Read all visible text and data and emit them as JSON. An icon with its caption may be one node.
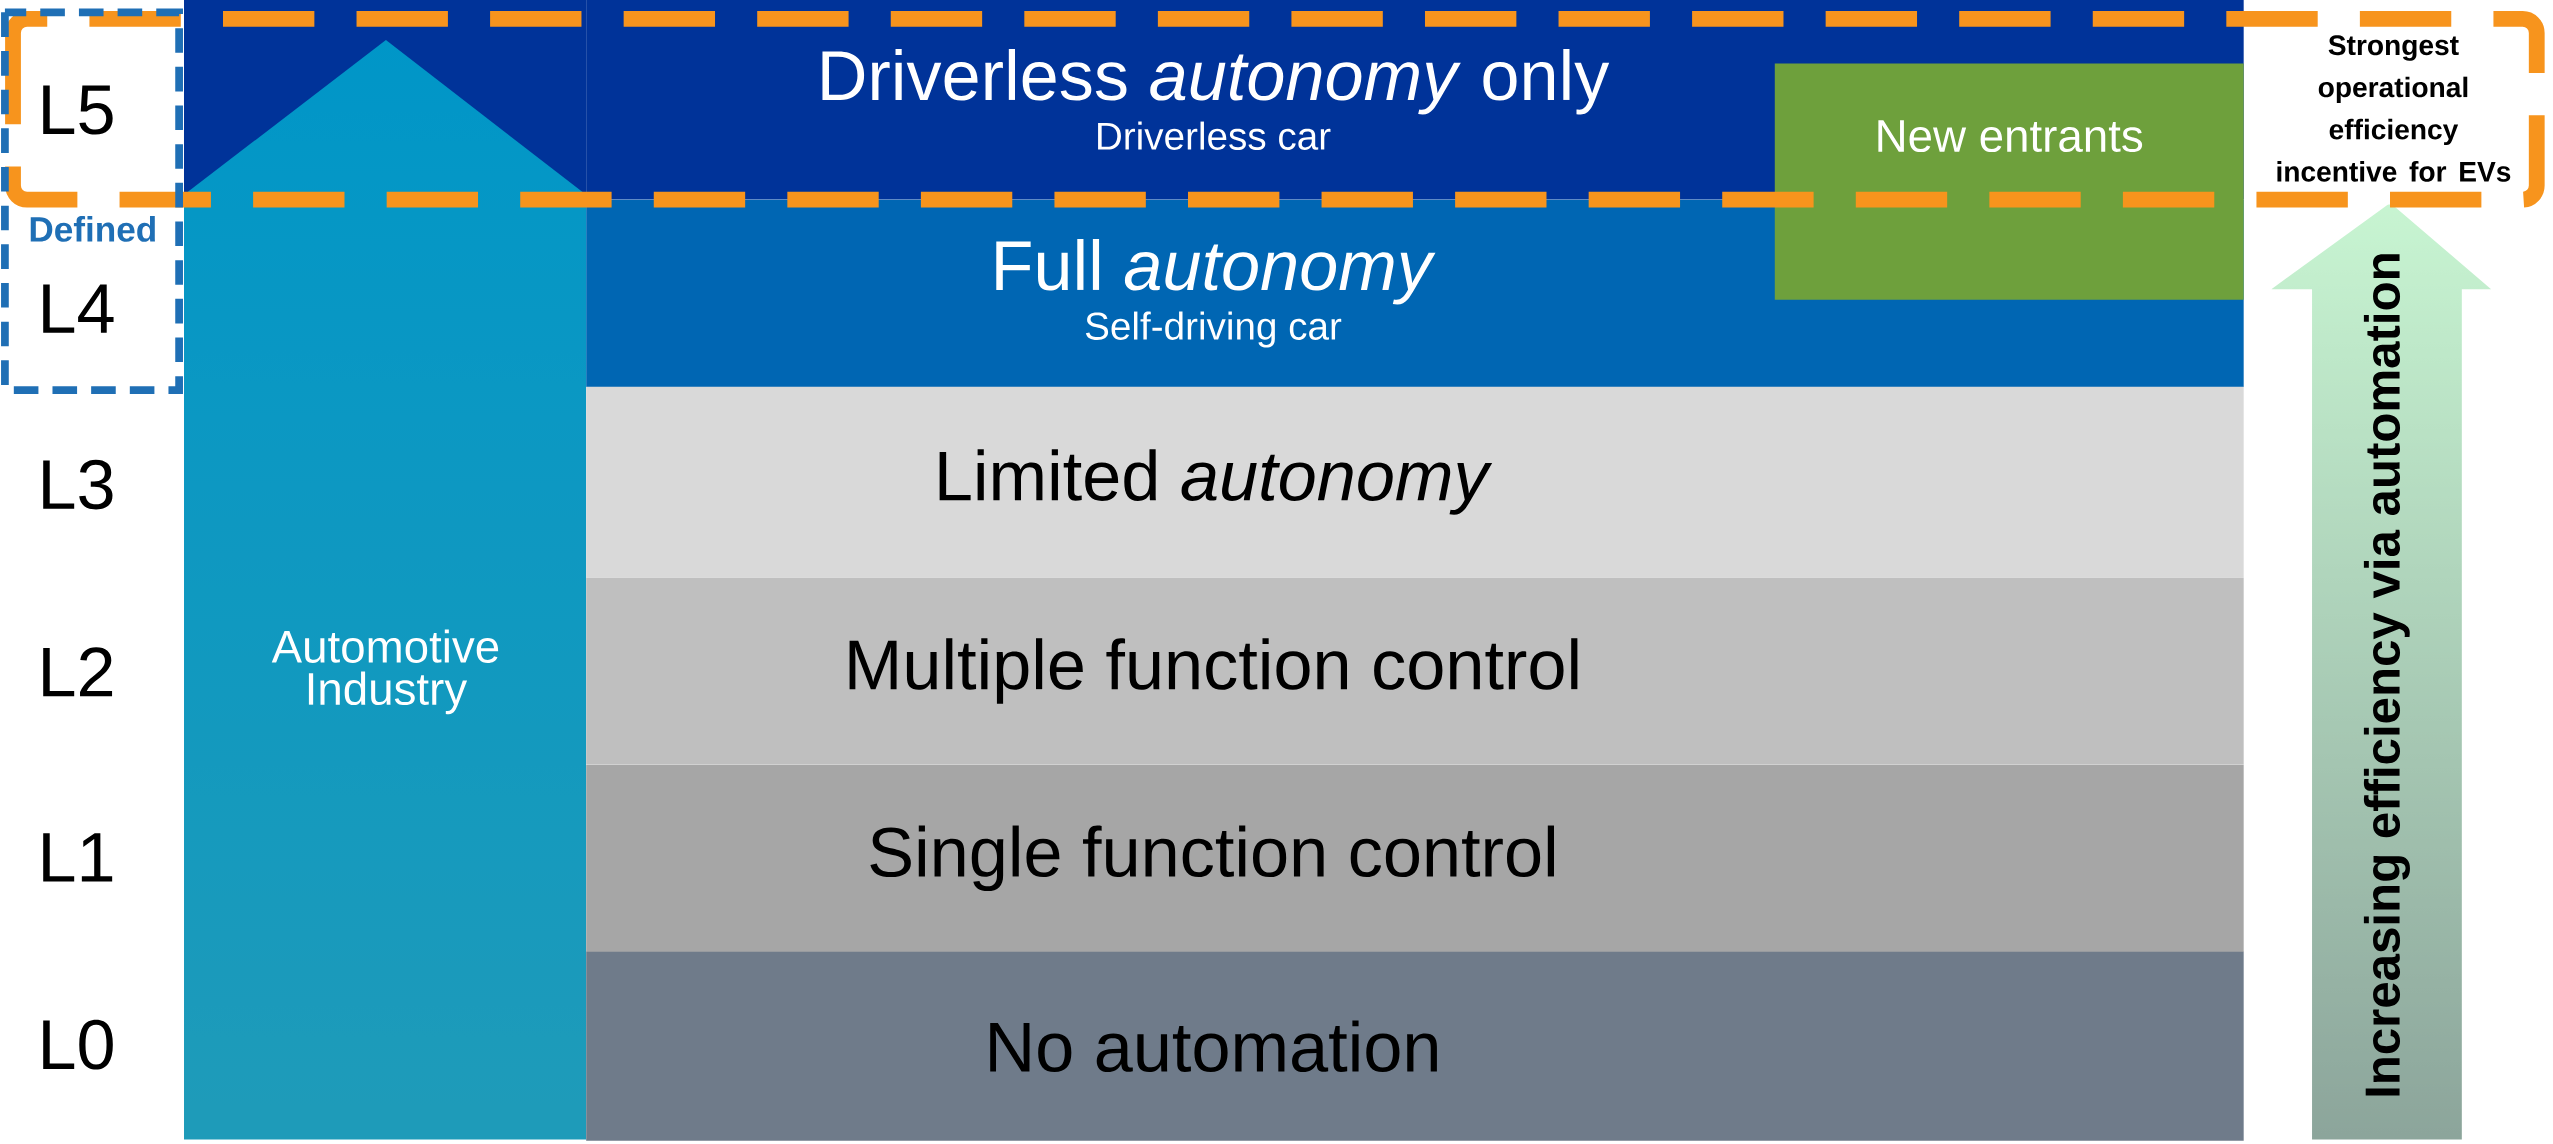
{
  "diagram": {
    "nodes": [
      {
        "text": [
          "Driverless *autonomy* only",
          "Driverless car"
        ]
      },
      {
        "text": [
          "Full *autonomy*",
          "Self-driving car"
        ]
      },
      {
        "text": [
          "Limited *autonomy*"
        ]
      },
      {
        "text": [
          "Multiple function control"
        ]
      },
      {
        "text": [
          "Single function control"
        ]
      },
      {
        "text": [
          "No automation"
        ]
      },
      {
        "text": [
          "Automotive Industry"
        ]
      },
      {
        "text": [
          "New entrants"
        ]
      },
      {
        "text": [
          "Strongest operational efficiency incentive for EVs"
        ]
      },
      {
        "text": [
          "Defined"
        ]
      },
      {
        "text": [
          "Increasing efficiency via automation"
        ]
      }
    ],
    "labels": [
      "L5",
      "L4",
      "L3",
      "L2",
      "L1",
      "L0"
    ]
  }
}
